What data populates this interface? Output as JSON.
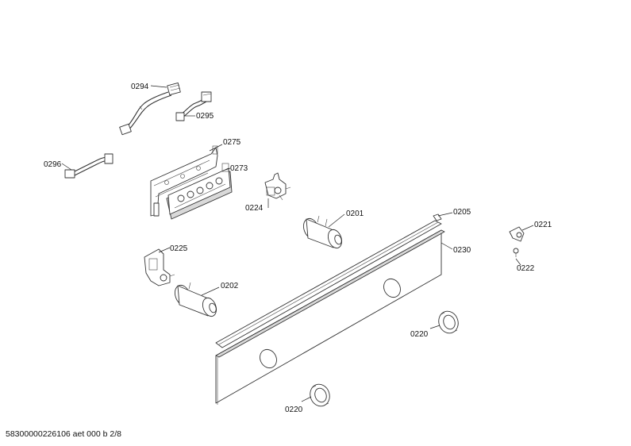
{
  "labels": {
    "l0294": "0294",
    "l0295": "0295",
    "l0296": "0296",
    "l0275": "0275",
    "l0273": "0273",
    "l0224": "0224",
    "l0201": "0201",
    "l0205": "0205",
    "l0230": "0230",
    "l0221": "0221",
    "l0222": "0222",
    "l0225": "0225",
    "l0202": "0202",
    "l0220a": "0220",
    "l0220b": "0220"
  },
  "footer": {
    "doc_id": "58300000226106 aet 000 b 2/8"
  }
}
